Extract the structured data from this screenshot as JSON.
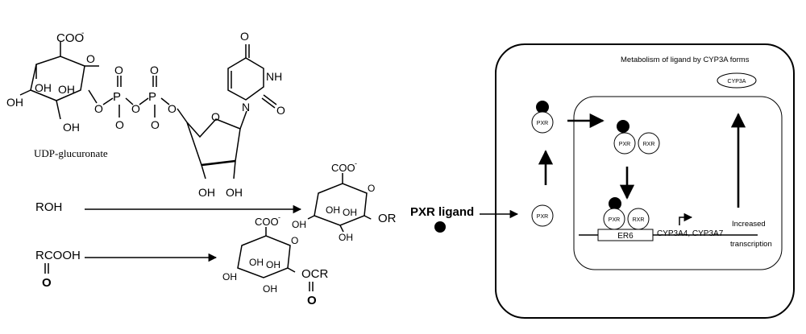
{
  "udp": {
    "coo": "COO",
    "charge": "-",
    "oh1": "OH",
    "oh2": "OH",
    "oh3": "OH",
    "oh4": "OH",
    "oh5": "OH",
    "oh6": "OH",
    "o_ring": "O",
    "o_link1": "O",
    "p1": "P",
    "o_p1_top": "O",
    "o_p1_bot": "O",
    "o_link2": "O",
    "p2": "P",
    "o_p2_top": "O",
    "o_p2_bot": "O",
    "o_link3": "O",
    "o_ribose": "O",
    "n1": "N",
    "nh": "NH",
    "o_ur_top": "O",
    "o_ur_right": "O",
    "label": "UDP-glucuronate"
  },
  "reactions": {
    "roh": "ROH",
    "rcooh_top": "RCOOH",
    "rcooh_bottom": "O"
  },
  "products": {
    "p1": {
      "coo": "COO",
      "oh_a": "OH",
      "oh_b": "OH",
      "oh_c": "OH",
      "oh_d": "OH",
      "o_ring": "O",
      "sub": "OR"
    },
    "p2": {
      "coo": "COO",
      "oh_a": "OH",
      "oh_b": "OH",
      "oh_c": "OH",
      "oh_d": "OH",
      "o_ring": "O",
      "sub": "OCR",
      "sub_o": "O"
    }
  },
  "ligand": {
    "label": "PXR ligand"
  },
  "cell": {
    "title": "Metabolism of ligand by CYP3A forms",
    "cyp3a": "CYP3A",
    "pxr": "PXR",
    "rxr": "RXR",
    "er6": "ER6",
    "genes": "CYP3A4, CYP3A7",
    "increased": "Increased",
    "transcription": "transcription"
  }
}
